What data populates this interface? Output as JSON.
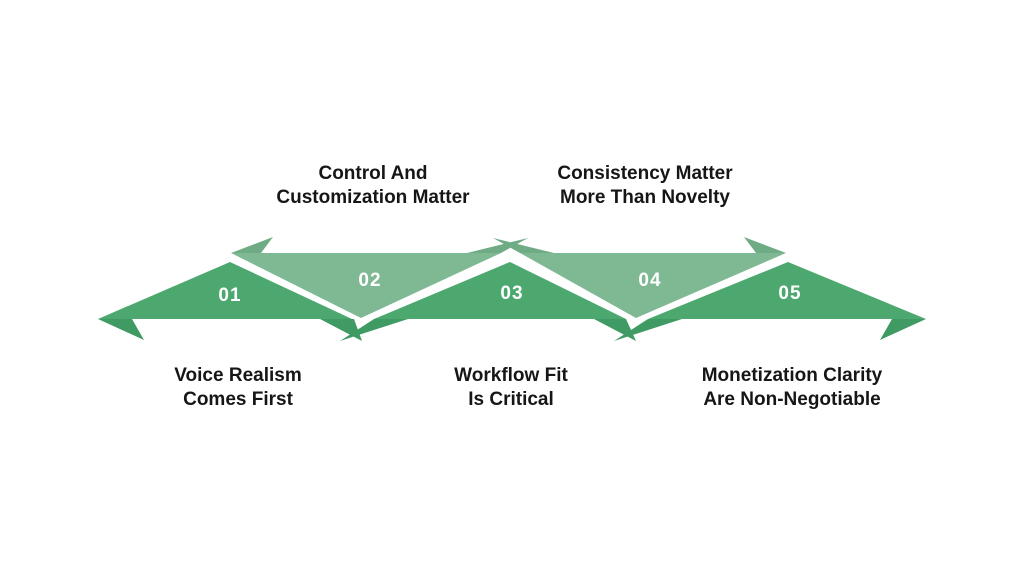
{
  "canvas": {
    "background": "#ffffff"
  },
  "palette": {
    "step_dark": "#4CA86F",
    "step_dark_fold": "#3F9A63",
    "step_light": "#7EB994",
    "step_light_fold": "#6FAC85",
    "number_color": "#FFFFFF",
    "label_color": "#161616"
  },
  "steps": [
    {
      "number": "01",
      "tone": "dark",
      "orientation": "up",
      "label_position": "below",
      "label_line1": "Voice Realism",
      "label_line2": "Comes First"
    },
    {
      "number": "02",
      "tone": "light",
      "orientation": "down",
      "label_position": "above",
      "label_line1": "Control And",
      "label_line2": "Customization Matter"
    },
    {
      "number": "03",
      "tone": "dark",
      "orientation": "up",
      "label_position": "below",
      "label_line1": "Workflow Fit",
      "label_line2": "Is Critical"
    },
    {
      "number": "04",
      "tone": "light",
      "orientation": "down",
      "label_position": "above",
      "label_line1": "Consistency Matter",
      "label_line2": "More Than Novelty"
    },
    {
      "number": "05",
      "tone": "dark",
      "orientation": "up",
      "label_position": "below",
      "label_line1": "Monetization Clarity",
      "label_line2": "Are Non-Negotiable"
    }
  ]
}
